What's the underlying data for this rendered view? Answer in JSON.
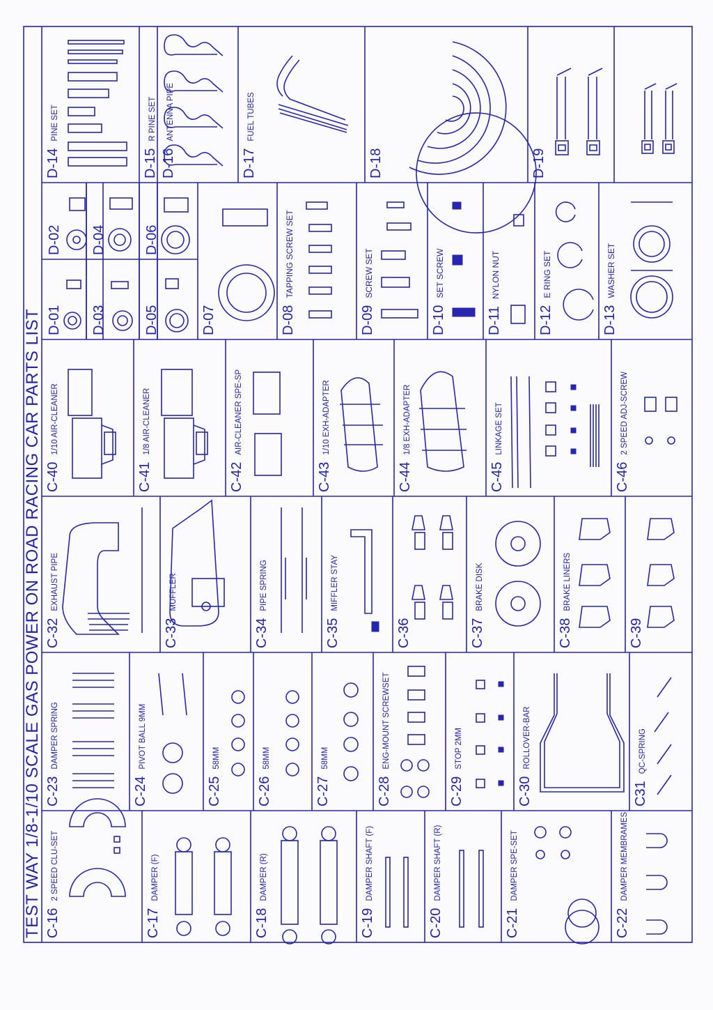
{
  "title": "TEST WAY 1/8-1/10 SCALE GAS POWER ON ROAD RACING CAR PARTS LIST",
  "colors": {
    "ink": "#2626b0",
    "paper": "#fbfbfd"
  },
  "rows": [
    {
      "id": "row-d-large",
      "cells": [
        {
          "code": "D-14",
          "name": "PINE SET"
        },
        {
          "code": "D-15",
          "name": "R PINE SET"
        },
        {
          "code": "D-16",
          "name": "ANTENNA PIPE"
        },
        {
          "code": "D-17",
          "name": "FUEL TUBES"
        },
        {
          "code": "D-18",
          "name": ""
        },
        {
          "code": "D-19",
          "name": ""
        }
      ]
    },
    {
      "id": "row-d-small",
      "cells": [
        {
          "code": "D-01",
          "name": ""
        },
        {
          "code": "D-02",
          "name": ""
        },
        {
          "code": "D-03",
          "name": ""
        },
        {
          "code": "D-04",
          "name": ""
        },
        {
          "code": "D-05",
          "name": ""
        },
        {
          "code": "D-06",
          "name": ""
        },
        {
          "code": "D-07",
          "name": ""
        },
        {
          "code": "D-08",
          "name": "TAPPING SCREW SET"
        },
        {
          "code": "D-09",
          "name": "SCREW SET"
        },
        {
          "code": "D-10",
          "name": "SET SCREW"
        },
        {
          "code": "D-11",
          "name": "NYLON NUT"
        },
        {
          "code": "D-12",
          "name": "E RING SET"
        },
        {
          "code": "D-13",
          "name": "WASHER SET"
        }
      ]
    },
    {
      "id": "row-c40",
      "cells": [
        {
          "code": "C-40",
          "name": "1/10 AIR-CLEANER"
        },
        {
          "code": "C-41",
          "name": "1/8 AIR-CLEANER"
        },
        {
          "code": "C-42",
          "name": "AIR-CLEANER SPE-SP"
        },
        {
          "code": "C-43",
          "name": "1/10 EXH-ADAPTER"
        },
        {
          "code": "C-44",
          "name": "1/8 EXH-ADAPTER"
        },
        {
          "code": "C-45",
          "name": "LINKAGE SET"
        },
        {
          "code": "C-46",
          "name": "2 SPEED ADJ-SCREW"
        }
      ]
    },
    {
      "id": "row-c32",
      "cells": [
        {
          "code": "C-32",
          "name": "EXHAUST PIPE"
        },
        {
          "code": "C-33",
          "name": "MUFFLER"
        },
        {
          "code": "C-34",
          "name": "PIPE SPRING"
        },
        {
          "code": "C-35",
          "name": "MIFFLER STAY"
        },
        {
          "code": "C-36",
          "name": ""
        },
        {
          "code": "C-37",
          "name": "BRAKE DISK"
        },
        {
          "code": "C-38",
          "name": "BRAKE LINERS"
        },
        {
          "code": "C-39",
          "name": ""
        }
      ]
    },
    {
      "id": "row-c23",
      "cells": [
        {
          "code": "C-23",
          "name": "DAMPER SPRING"
        },
        {
          "code": "C-24",
          "name": "PIVOT BALL 9MM"
        },
        {
          "code": "C-25",
          "name": "58MM"
        },
        {
          "code": "C-26",
          "name": "58MM"
        },
        {
          "code": "C-27",
          "name": "58MM"
        },
        {
          "code": "C-28",
          "name": "ENG-MOUNT SCREWSET"
        },
        {
          "code": "C-29",
          "name": "STOP 2MM"
        },
        {
          "code": "C-30",
          "name": "ROLLOVER-BAR"
        },
        {
          "code": "C31",
          "name": "QC-SPRING"
        }
      ]
    },
    {
      "id": "row-c16",
      "cells": [
        {
          "code": "C-16",
          "name": "2 SPEED CLU-SET"
        },
        {
          "code": "C-17",
          "name": "DAMPER (F)"
        },
        {
          "code": "C-18",
          "name": "DAMPER (R)"
        },
        {
          "code": "C-19",
          "name": "DAMPER SHAFT (F)"
        },
        {
          "code": "C-20",
          "name": "DAMPER SHAFT (R)"
        },
        {
          "code": "C-21",
          "name": "DAMPER SPE-SET"
        },
        {
          "code": "C-22",
          "name": "DAMPER MEMBRAMES"
        }
      ]
    }
  ]
}
